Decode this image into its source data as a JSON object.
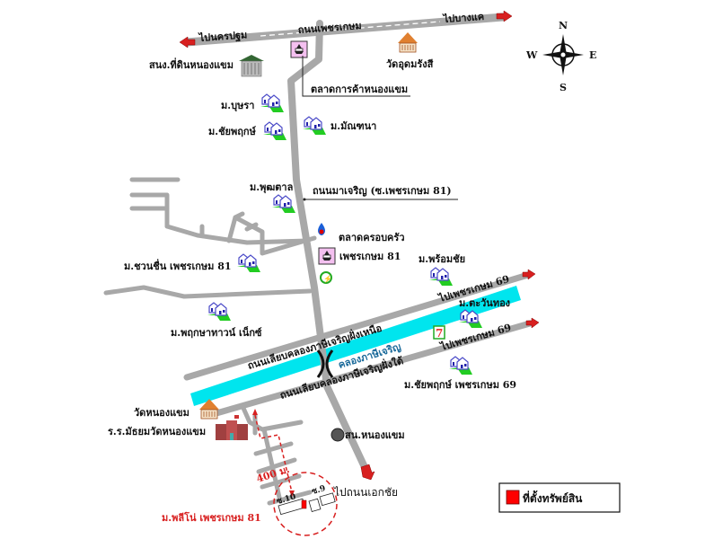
{
  "roads": {
    "main": "ถนนเพชรเกษม",
    "to_nakhon_pathom": "ไปนครปฐม",
    "to_bang_khae": "ไปบางแค",
    "macharoen": "ถนนมาเจริญ (ซ.เพชรเกษม 81)",
    "north_bank": "ถนนเลียบคลองภาษีเจริญฝั่งเหนือ",
    "south_bank": "ถนนเลียบคลองภาษีเจริญฝั่งใต้",
    "to_phetkasem69_a": "ไปเพชรเกษม 69",
    "to_phetkasem69_b": "ไปเพชรเกษม 69",
    "to_ekachai": "ไปถนนเอกชัย",
    "soi10": "ซ.10",
    "soi9": "ซ.9"
  },
  "canal": "คลองภาษีเจริญ",
  "places": {
    "land_office": "สนง.ที่ดินหนองแขม",
    "wat_udom": "วัดอุดมรังสี",
    "market_nongkhaem": "ตลาดการค้าหนองแขม",
    "buraa": "ม.บุษรา",
    "chaiyaphruek": "ม.ชัยพฤกษ์",
    "montana": "ม.มัณฑนา",
    "phuttan": "ม.พุฒตาล",
    "family_market_1": "ตลาดครอบครัว",
    "family_market_2": "เพชรเกษม 81",
    "chuanchuen": "ม.ชวนชื่น เพชรเกษม 81",
    "promchai": "ม.พร้อมชัย",
    "tawanthong": "ม.ตะวันทอง",
    "phruksa": "ม.พฤกษาทาวน์ เน็กซ์",
    "chaiyaphruek69": "ม.ชัยพฤกษ์ เพชรเกษม 69",
    "wat_nongkhaem": "วัดหนองแขม",
    "school": "ร.ร.มัธยมวัดหนองแขม",
    "police": "สน.หนองแขม",
    "pleno": "ม.พลีโน่ เพชรเกษม 81"
  },
  "distance": "400 ม.",
  "compass": {
    "n": "N",
    "s": "S",
    "e": "E",
    "w": "W"
  },
  "legend": {
    "label": "ที่ตั้งทรัพย์สิน",
    "color": "#ff0000"
  },
  "colors": {
    "road": "#a8a8a8",
    "canal": "#00e5ee",
    "accent": "#d82020"
  }
}
